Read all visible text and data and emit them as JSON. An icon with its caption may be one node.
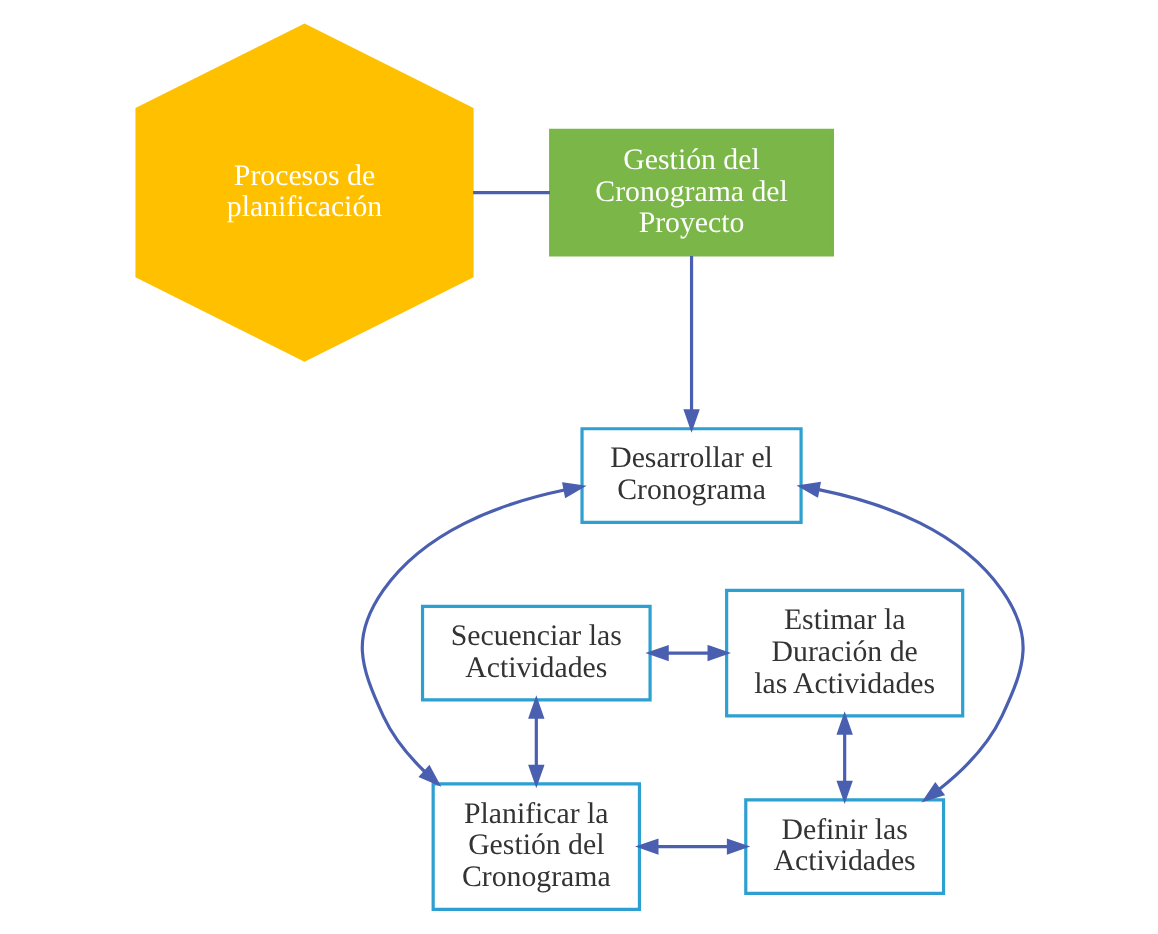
{
  "diagram": {
    "nodes": [
      {
        "text": [
          "Procesos de planificación"
        ]
      },
      {
        "text": [
          "Gestión del Cronograma del Proyecto"
        ]
      },
      {
        "text": [
          "Desarrollar el Cronograma"
        ]
      },
      {
        "text": [
          "Secuenciar las Actividades"
        ]
      },
      {
        "text": [
          "Estimar la Duración de las Actividades"
        ]
      },
      {
        "text": [
          "Planificar la Gestión del Cronograma"
        ]
      },
      {
        "text": [
          "Definir las Actividades"
        ]
      }
    ],
    "edges": [
      {
        "from": 0,
        "to": 1,
        "arrow": "none"
      },
      {
        "from": 1,
        "to": 2,
        "arrow": "to"
      },
      {
        "from": 3,
        "to": 4,
        "arrow": "both"
      },
      {
        "from": 3,
        "to": 5,
        "arrow": "both"
      },
      {
        "from": 4,
        "to": 6,
        "arrow": "both"
      },
      {
        "from": 2,
        "to": 5,
        "arrow": "both"
      },
      {
        "from": 2,
        "to": 6,
        "arrow": "both"
      },
      {
        "from": 5,
        "to": 6,
        "arrow": "both"
      }
    ]
  }
}
